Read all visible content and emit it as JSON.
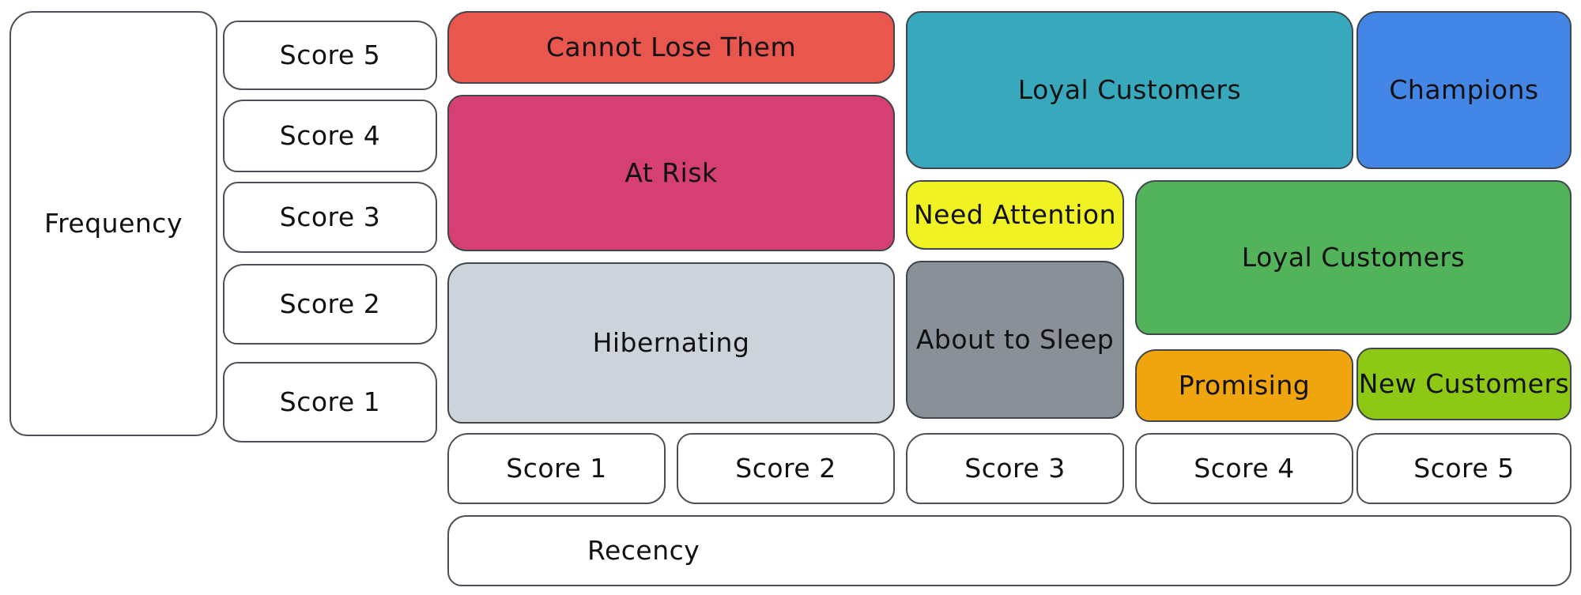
{
  "diagram": {
    "type": "rfm-segmentation-matrix",
    "text_color": "#111111",
    "stroke_color": "#40464c",
    "background_color": "#ffffff"
  },
  "axis": {
    "frequency": {
      "label": "Frequency",
      "scores": [
        "Score 5",
        "Score 4",
        "Score 3",
        "Score 2",
        "Score 1"
      ]
    },
    "recency": {
      "label": "Recency",
      "scores": [
        "Score 1",
        "Score 2",
        "Score 3",
        "Score 4",
        "Score 5"
      ]
    }
  },
  "segments": [
    {
      "id": "cannot-lose-them",
      "label": "Cannot Lose Them",
      "color": "#e8564e",
      "recency_span": "1-2",
      "frequency_span": "5"
    },
    {
      "id": "at-risk",
      "label": "At Risk",
      "color": "#d63f73",
      "recency_span": "1-2",
      "frequency_span": "3-4"
    },
    {
      "id": "hibernating",
      "label": "Hibernating",
      "color": "#ccd3da",
      "recency_span": "1-2",
      "frequency_span": "1-2"
    },
    {
      "id": "loyal-customers-upper",
      "label": "Loyal Customers",
      "color": "#38a9bc",
      "recency_span": "3-4",
      "frequency_span": "4-5"
    },
    {
      "id": "champions",
      "label": "Champions",
      "color": "#4486e6",
      "recency_span": "5",
      "frequency_span": "4-5"
    },
    {
      "id": "need-attention",
      "label": "Need Attention",
      "color": "#f0f224",
      "recency_span": "3",
      "frequency_span": "3"
    },
    {
      "id": "loyal-customers-right",
      "label": "Loyal Customers",
      "color": "#52b35a",
      "recency_span": "4-5",
      "frequency_span": "2-3"
    },
    {
      "id": "about-to-sleep",
      "label": "About to Sleep",
      "color": "#8a9097",
      "recency_span": "3",
      "frequency_span": "1-2"
    },
    {
      "id": "promising",
      "label": "Promising",
      "color": "#f0a40e",
      "recency_span": "4",
      "frequency_span": "1"
    },
    {
      "id": "new-customers",
      "label": "New Customers",
      "color": "#8cc814",
      "recency_span": "5",
      "frequency_span": "1"
    }
  ]
}
